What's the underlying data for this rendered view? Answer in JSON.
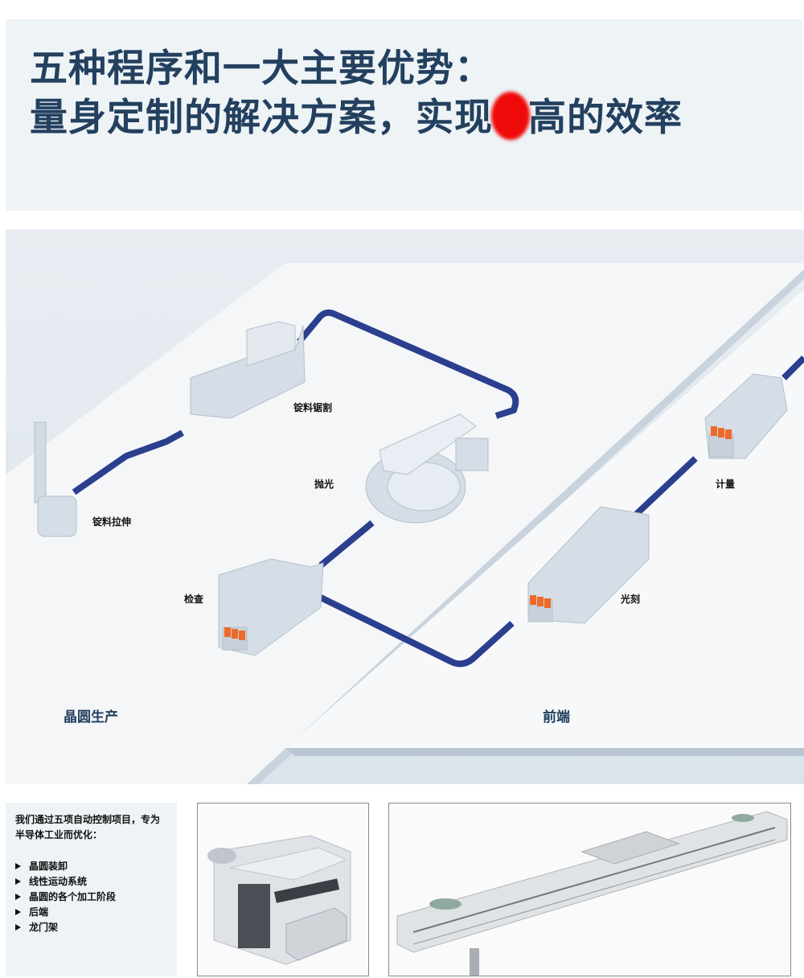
{
  "header": {
    "title_line1": "五种程序和一大主要优势：",
    "title_line2_before": "量身定制的解决方案，实现",
    "title_line2_after": "高的效率",
    "redaction_color": "#ee0a0a"
  },
  "diagram": {
    "zones": {
      "wafer_production": "晶圆生产",
      "front_end": "前端"
    },
    "stations": {
      "ingot_pulling": "锭料拉伸",
      "ingot_sawing": "锭料锯割",
      "polishing": "抛光",
      "inspection": "检查",
      "lithography": "光刻",
      "metrology": "计量"
    },
    "conveyor_color": "#2b3f8e"
  },
  "info": {
    "intro": "我们通过五项自动控制项目，专为半导体工业而优化：",
    "items": [
      "晶圆装卸",
      "线性运动系统",
      "晶圆的各个加工阶段",
      "后端",
      "龙门架"
    ]
  }
}
